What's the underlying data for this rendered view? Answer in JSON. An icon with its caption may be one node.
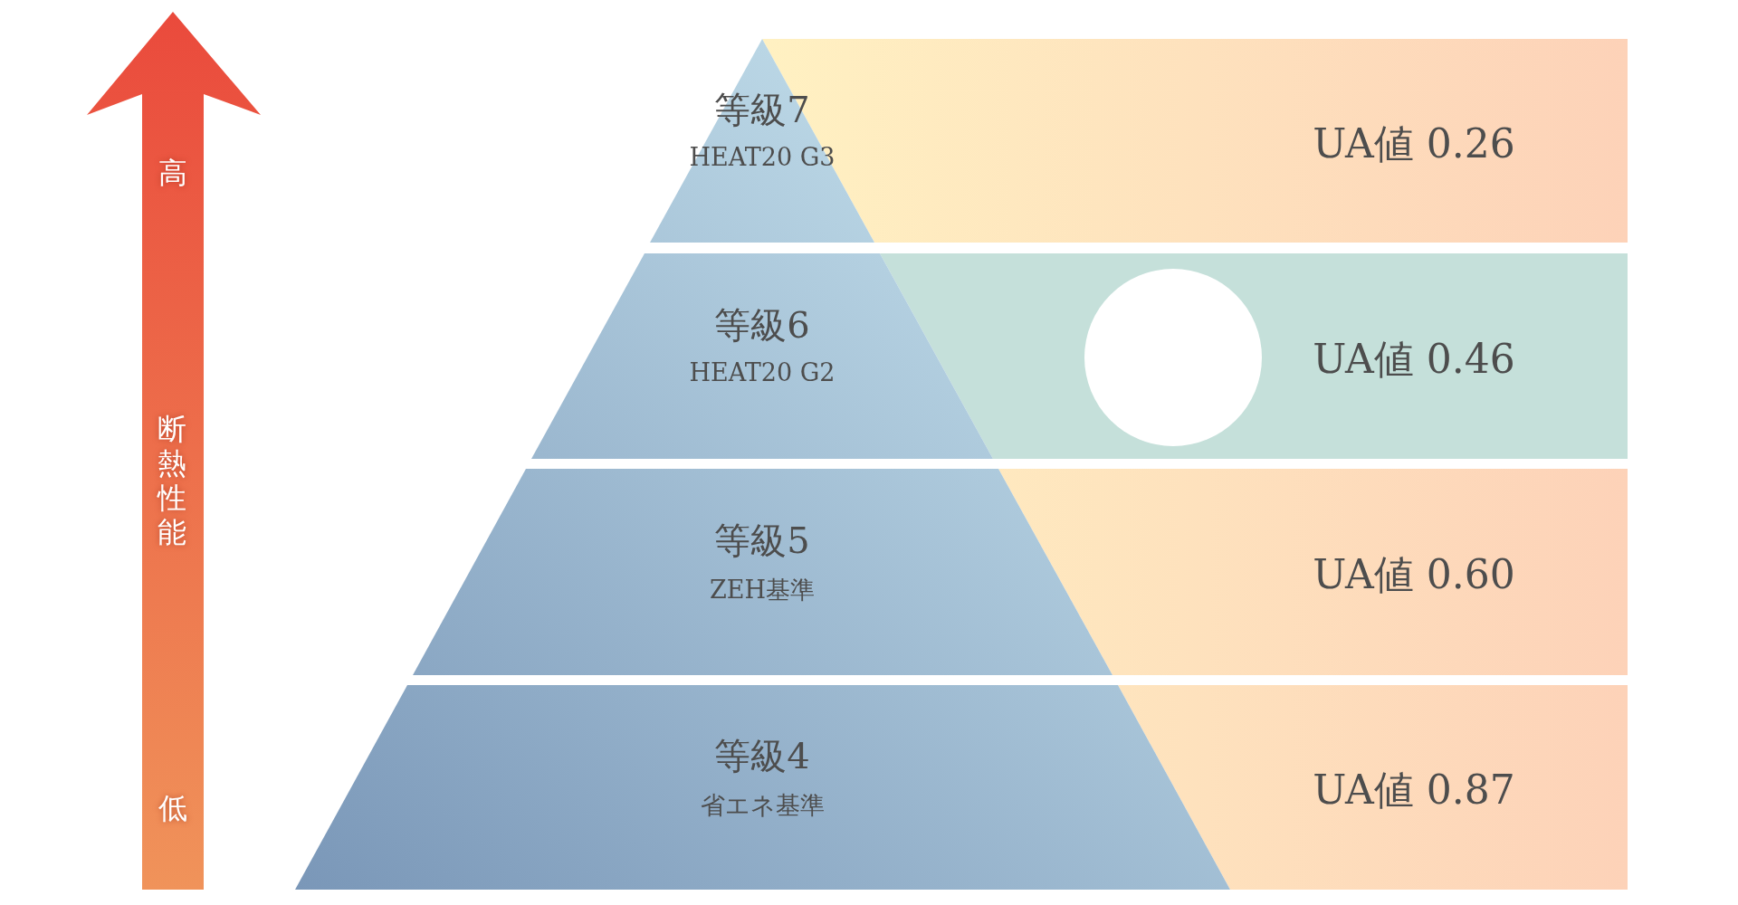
{
  "diagram": {
    "nodes": [
      {
        "text": [
          "等級7",
          "HEAT20 G3"
        ]
      },
      {
        "text": [
          "UA値 0.26"
        ]
      },
      {
        "text": [
          "等級6",
          "HEAT20 G2"
        ]
      },
      {
        "text": [
          "UA値 0.46"
        ]
      },
      {
        "text": [],
        "shape": "circle",
        "in": 3
      },
      {
        "text": [
          "等級5",
          "ZEH基準"
        ]
      },
      {
        "text": [
          "UA値 0.60"
        ]
      },
      {
        "text": [
          "等級4",
          "省エネ基準"
        ]
      },
      {
        "text": [
          "UA値 0.87"
        ]
      }
    ],
    "edges": [],
    "labels": [
      "高",
      "断熱性能",
      "低"
    ]
  }
}
